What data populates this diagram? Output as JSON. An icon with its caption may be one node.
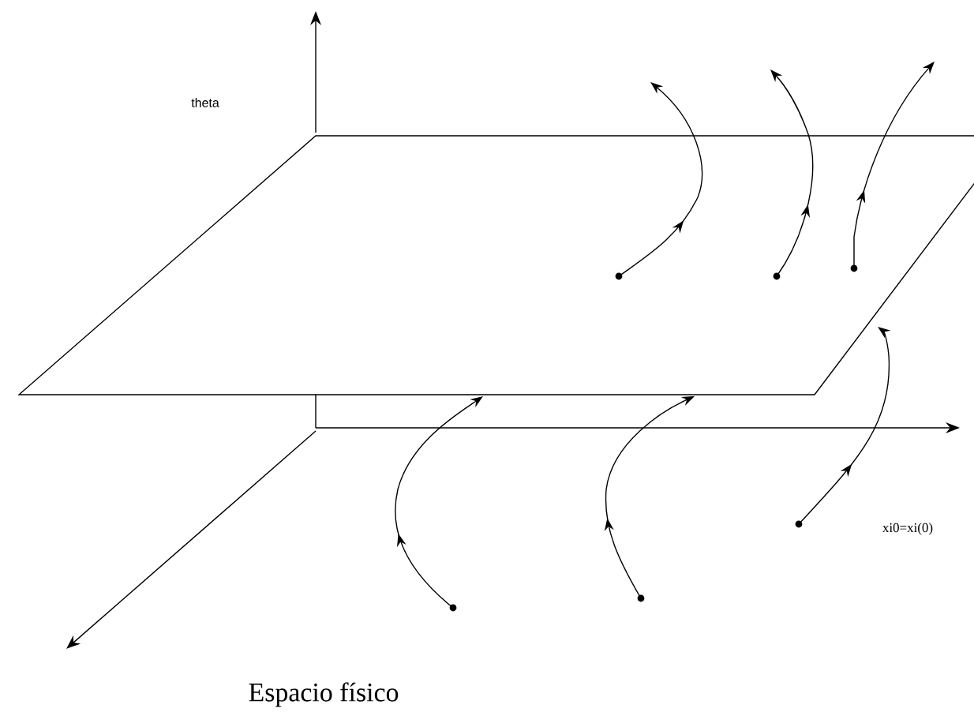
{
  "diagram": {
    "labels": [
      "theta",
      "xi0=xi(0)",
      "Espacio físico"
    ]
  }
}
